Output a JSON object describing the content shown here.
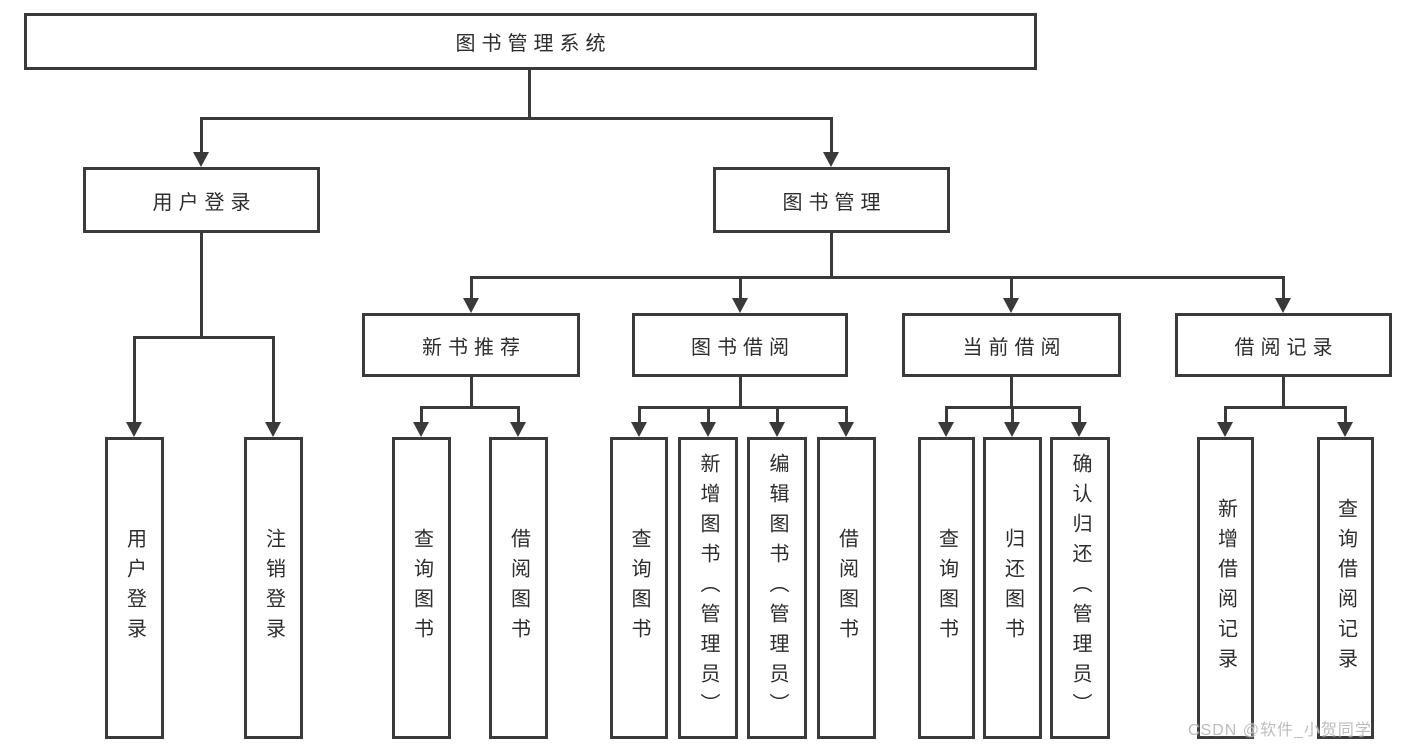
{
  "colors": {
    "background": "#ffffff",
    "line": "#3a3a3a",
    "text": "#2d2d2d",
    "watermark": "#bdbdbd"
  },
  "diagram": {
    "root": {
      "label": "图书管理系统"
    },
    "branches": [
      {
        "label": "用户登录",
        "children": [
          {
            "label": "用户登录"
          },
          {
            "label": "注销登录"
          }
        ]
      },
      {
        "label": "图书管理",
        "groups": [
          {
            "label": "新书推荐",
            "children": [
              {
                "label": "查询图书"
              },
              {
                "label": "借阅图书"
              }
            ]
          },
          {
            "label": "图书借阅",
            "children": [
              {
                "label": "查询图书"
              },
              {
                "label": "新增图书（管理员）"
              },
              {
                "label": "编辑图书（管理员）"
              },
              {
                "label": "借阅图书"
              }
            ]
          },
          {
            "label": "当前借阅",
            "children": [
              {
                "label": "查询图书"
              },
              {
                "label": "归还图书"
              },
              {
                "label": "确认归还（管理员）"
              }
            ]
          },
          {
            "label": "借阅记录",
            "children": [
              {
                "label": "新增借阅记录"
              },
              {
                "label": "查询借阅记录"
              }
            ]
          }
        ]
      }
    ]
  },
  "watermark": {
    "text": "CSDN @软件_小贺同学"
  }
}
